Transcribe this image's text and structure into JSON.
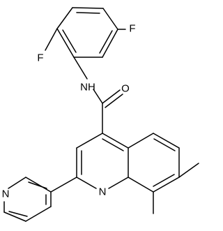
{
  "diagram": {
    "type": "chemical-structure",
    "atoms": {
      "fluorine_top": "F",
      "fluorine_left": "F",
      "amide_nh": "NH",
      "carbonyl_oxygen": "O",
      "quinoline_nitrogen": "N",
      "pyridine_nitrogen": "N"
    },
    "colors": {
      "bond": "#000000",
      "label": "#000000",
      "background": "#ffffff"
    }
  }
}
